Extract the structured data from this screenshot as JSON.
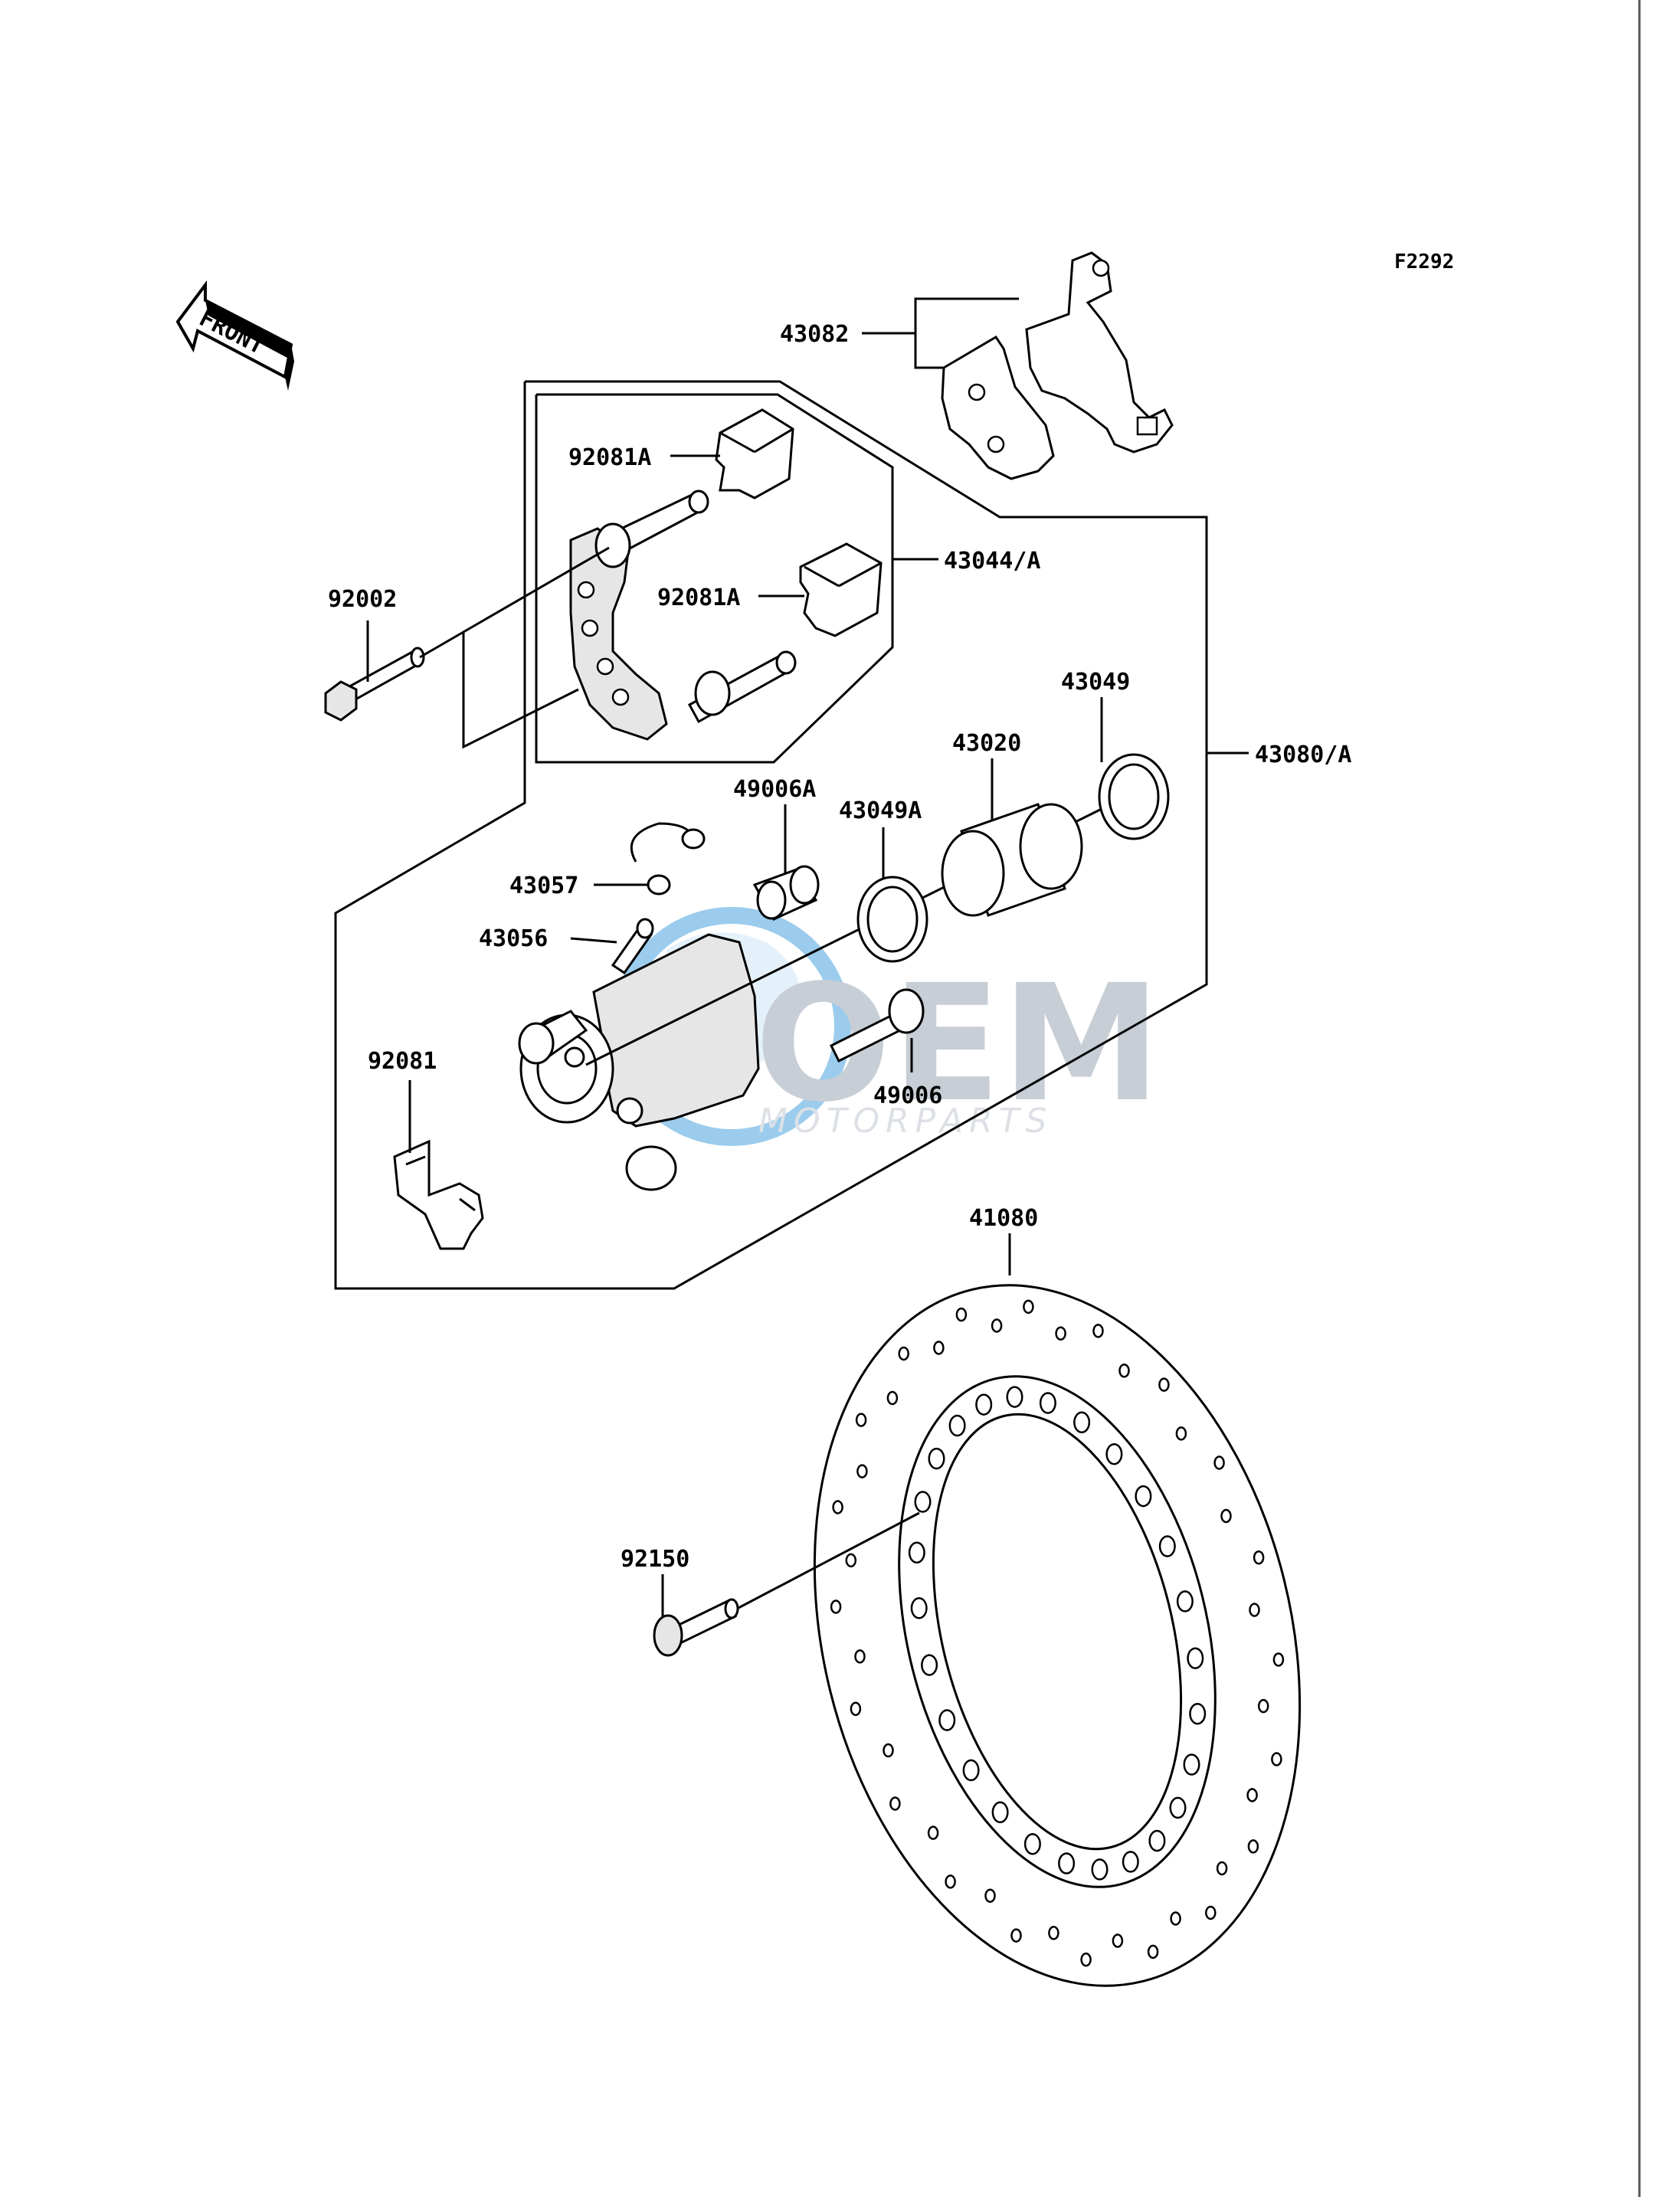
{
  "diagram_code": "F2292",
  "front_arrow_label": "FRONT",
  "parts": {
    "p43082": "43082",
    "p92081A_top": "92081A",
    "p43044A": "43044/A",
    "p92081A_mid": "92081A",
    "p92002": "92002",
    "p43049": "43049",
    "p43020": "43020",
    "p43080A": "43080/A",
    "p49006A": "49006A",
    "p43049A": "43049A",
    "p43057": "43057",
    "p43056": "43056",
    "p92081": "92081",
    "p49006": "49006",
    "p41080": "41080",
    "p92150": "92150"
  },
  "watermark": {
    "brand": "OEM",
    "tagline": "MOTORPARTS",
    "accent_color": "#4aa3df",
    "text_color": "#9aa7b3"
  }
}
